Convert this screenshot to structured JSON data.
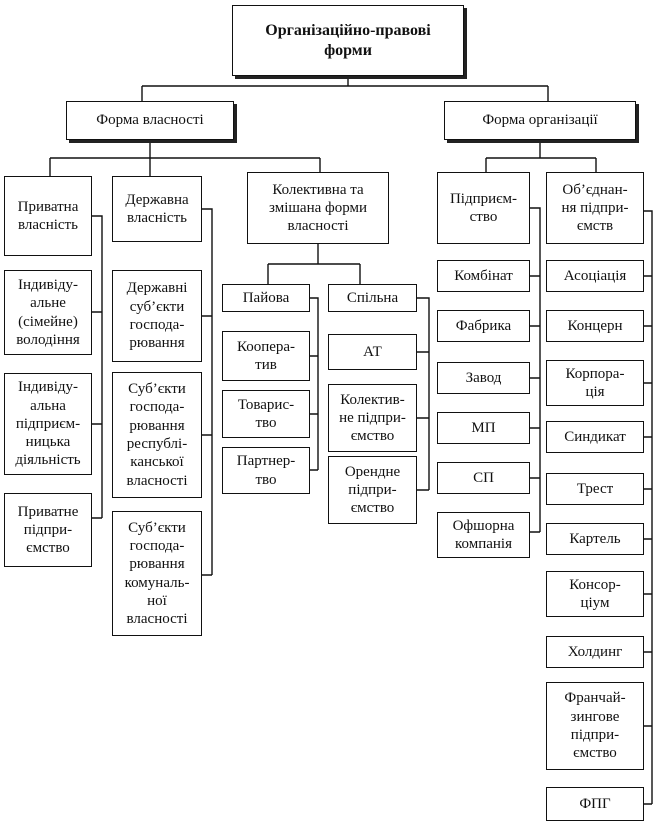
{
  "diagram": {
    "title": "Організаційно-правові\nформи",
    "ownership": {
      "label": "Форма власності",
      "private": {
        "label": "Приватна\nвласність",
        "items": [
          "Індивіду-\nальне\n(сімейне)\nволодіння",
          "Індивіду-\nальна\nпідприєм-\nницька\nдіяльність",
          "Приватне\nпідпри-\nємство"
        ]
      },
      "state": {
        "label": "Державна\nвласність",
        "items": [
          "Державні\nсуб’єкти\nгосподa-\nрювання",
          "Суб’єкти\nгосподa-\nрювання\nреспублі-\nканської\nвласності",
          "Суб’єкти\nгосподa-\nрювання\nкомуналь-\nної\nвласності"
        ]
      },
      "collective": {
        "label": "Колективна та\nзмішана форми\nвласності",
        "share": {
          "label": "Пайова",
          "items": [
            "Коопера-\nтив",
            "Товарис-\nтво",
            "Партнер-\nтво"
          ]
        },
        "joint": {
          "label": "Спільна",
          "items": [
            "АТ",
            "Колектив-\nне підпри-\nємство",
            "Орендне\nпідпри-\nємство"
          ]
        }
      }
    },
    "organization": {
      "label": "Форма організації",
      "enterprise": {
        "label": "Підприєм-\nство",
        "items": [
          "Комбінат",
          "Фабрика",
          "Завод",
          "МП",
          "СП",
          "Офшорна\nкомпанія"
        ]
      },
      "association": {
        "label": "Об’єднан-\nня підпри-\nємств",
        "items": [
          "Асоціація",
          "Концерн",
          "Корпора-\nція",
          "Синдикат",
          "Трест",
          "Картель",
          "Консор-\nціум",
          "Холдинг",
          "Франчай-\nзингове\nпідпри-\nємство",
          "ФПГ"
        ]
      }
    }
  }
}
